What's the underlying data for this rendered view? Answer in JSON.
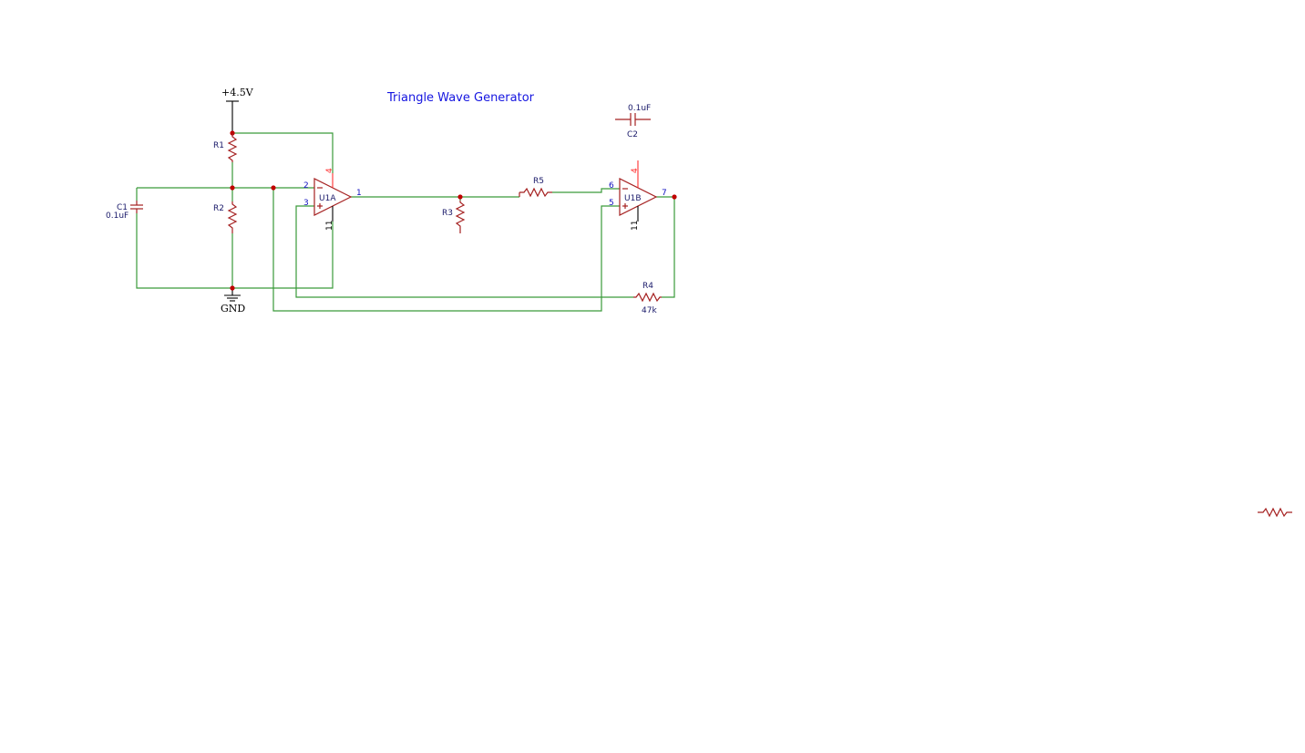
{
  "title": "Triangle Wave Generator",
  "power": {
    "supply_label": "+4.5V",
    "ground_label": "GND"
  },
  "resistors": {
    "r1": {
      "ref": "R1"
    },
    "r2": {
      "ref": "R2"
    },
    "r3": {
      "ref": "R3"
    },
    "r4": {
      "ref": "R4",
      "value": "47k"
    },
    "r5": {
      "ref": "R5"
    }
  },
  "capacitors": {
    "c1": {
      "ref": "C1",
      "value": "0.1uF"
    },
    "c2": {
      "ref": "C2",
      "value": "0.1uF"
    }
  },
  "opamps": {
    "u1a": {
      "ref": "U1A",
      "pin_inv": "2",
      "pin_noninv": "3",
      "pin_out": "1",
      "pin_vcc": "4",
      "pin_gnd": "11"
    },
    "u1b": {
      "ref": "U1B",
      "pin_inv": "6",
      "pin_noninv": "5",
      "pin_out": "7",
      "pin_vcc": "4",
      "pin_gnd": "11"
    }
  },
  "colors": {
    "wire": "#3a9a3a",
    "component": "#a52020",
    "label": "#1010c0",
    "junction": "#c00000",
    "power_pin": "#ff3030"
  }
}
